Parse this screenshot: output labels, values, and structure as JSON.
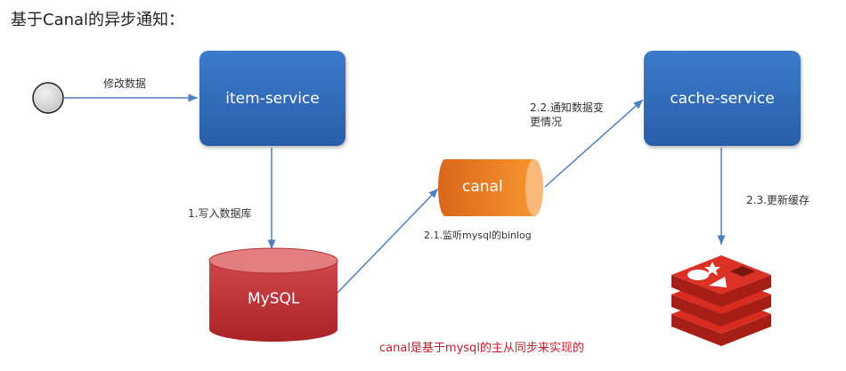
{
  "title": "基于Canal的异步通知：",
  "nodes": {
    "start": {
      "icon": "start-circle-icon"
    },
    "item_service": {
      "label": "item-service"
    },
    "mysql": {
      "label": "MySQL"
    },
    "canal": {
      "label": "canal"
    },
    "cache_service": {
      "label": "cache-service"
    },
    "redis": {
      "icon": "redis-icon"
    }
  },
  "edges": {
    "modify": "修改数据",
    "write_db": "1.写入数据库",
    "listen_binlog": "2.1.监听mysql的binlog",
    "notify_line1": "2.2.通知数据变",
    "notify_line2": "更情况",
    "update_cache": "2.3.更新缓存"
  },
  "note": "canal是基于mysql的主从同步来实现的",
  "colors": {
    "service_blue": "#2f6bb8",
    "mysql_red": "#c33a3a",
    "canal_orange": "#f08a24",
    "redis_red": "#d82c20",
    "note_red": "#c0202a"
  }
}
